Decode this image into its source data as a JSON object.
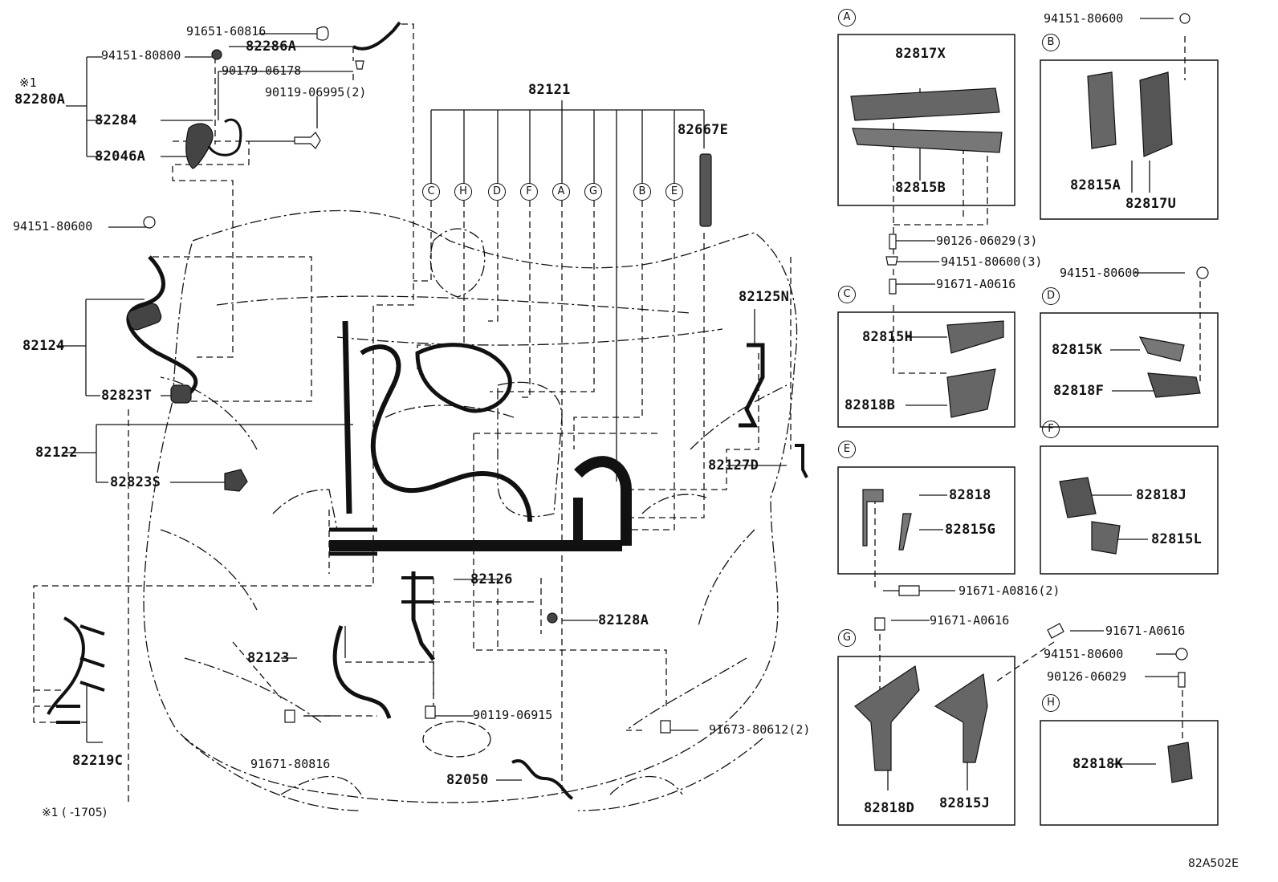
{
  "labels": {
    "p_91651_60816": "91651-60816",
    "p_82286A": "82286A",
    "p_94151_80800": "94151-80800",
    "p_note1": "※1",
    "p_82280A": "82280A",
    "p_90179_06178": "90179-06178",
    "p_90119_06995": "90119-06995(2)",
    "p_82284": "82284",
    "p_82046A": "82046A",
    "p_82121": "82121",
    "p_82667E": "82667E",
    "p_94151_80600_a": "94151-80600",
    "p_82124": "82124",
    "p_82823T": "82823T",
    "p_82122": "82122",
    "p_82823S": "82823S",
    "p_82125N": "82125N",
    "p_82127D": "82127D",
    "p_82126": "82126",
    "p_82128A": "82128A",
    "p_82123": "82123",
    "p_90119_06915": "90119-06915",
    "p_91671_80816": "91671-80816",
    "p_91673_80612": "91673-80612(2)",
    "p_82219C": "82219C",
    "p_82050": "82050",
    "p_footnote": "※1 (      -1705)",
    "p_82817X": "82817X",
    "p_82815B": "82815B",
    "p_94151_80600_b": "94151-80600",
    "p_82815A": "82815A",
    "p_82817U": "82817U",
    "p_90126_06029_3": "90126-06029(3)",
    "p_94151_80600_3": "94151-80600(3)",
    "p_91671_A0616_a": "91671-A0616",
    "p_94151_80600_c": "94151-80600",
    "p_82815H": "82815H",
    "p_82818B": "82818B",
    "p_82815K": "82815K",
    "p_82818F": "82818F",
    "p_82818": "82818",
    "p_82815G": "82815G",
    "p_82818J": "82818J",
    "p_82815L": "82815L",
    "p_91671_A0816": "91671-A0816(2)",
    "p_91671_A0616_b": "91671-A0616",
    "p_91671_A0616_c": "91671-A0616",
    "p_94151_80600_d": "94151-80600",
    "p_90126_06029": "90126-06029",
    "p_82818D": "82818D",
    "p_82815J": "82815J",
    "p_82818K": "82818K",
    "p_code": "82A502E"
  },
  "callouts": {
    "c": "C",
    "h": "H",
    "d": "D",
    "f": "F",
    "a": "A",
    "g": "G",
    "b": "B",
    "e": "E"
  },
  "box_letters": {
    "A": "A",
    "B": "B",
    "C": "C",
    "D": "D",
    "E": "E",
    "F": "F",
    "G": "G",
    "H": "H"
  }
}
